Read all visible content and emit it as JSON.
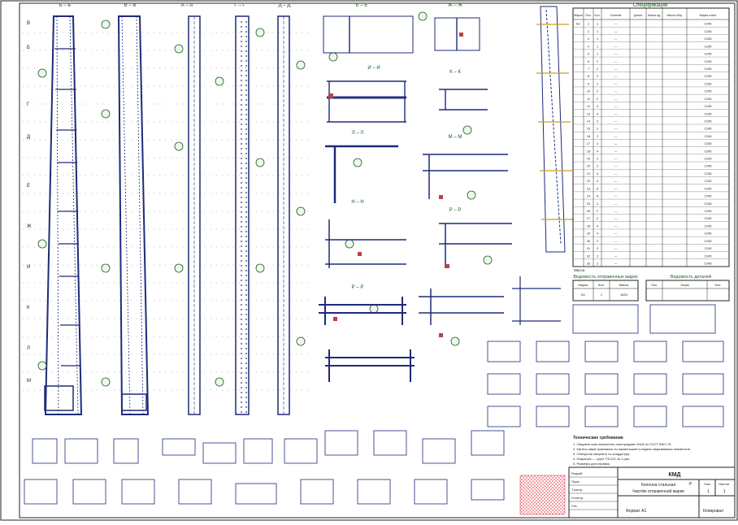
{
  "sheet": {
    "sections": [
      "Б – Б",
      "В – В",
      "А – А",
      "Г – Г",
      "Д – Д",
      "Е – Е",
      "Ж – Ж",
      "И – И",
      "К – К",
      "Л – Л",
      "М – М",
      "Н – Н",
      "Р – Р",
      "Р – Р"
    ],
    "column_axis_marks": [
      "В",
      "Б",
      "Г",
      "Д",
      "Е",
      "Ж",
      "И",
      "К",
      "Л",
      "М"
    ],
    "spec_table_title": "Спецификация",
    "spec_headers": [
      "Марка",
      "Поз.",
      "Кол.",
      "Сечение",
      "Длина",
      "Масса ед.",
      "Масса общ.",
      "Марка стали"
    ],
    "spec_rows": [
      [
        "Б1",
        "1",
        "1",
        "—",
        "",
        "",
        "",
        "С245"
      ],
      [
        "",
        "2",
        "1",
        "—",
        "",
        "",
        "",
        "С245"
      ],
      [
        "",
        "3",
        "1",
        "—",
        "",
        "",
        "",
        "С245"
      ],
      [
        "",
        "4",
        "1",
        "—",
        "",
        "",
        "",
        "С245"
      ],
      [
        "",
        "5",
        "1",
        "—",
        "",
        "",
        "",
        "С245"
      ],
      [
        "",
        "6",
        "2",
        "—",
        "",
        "",
        "",
        "С245"
      ],
      [
        "",
        "7",
        "2",
        "—",
        "",
        "",
        "",
        "С245"
      ],
      [
        "",
        "8",
        "2",
        "—",
        "",
        "",
        "",
        "С245"
      ],
      [
        "",
        "9",
        "2",
        "—",
        "",
        "",
        "",
        "С245"
      ],
      [
        "",
        "10",
        "2",
        "—",
        "",
        "",
        "",
        "С245"
      ],
      [
        "",
        "11",
        "2",
        "—",
        "",
        "",
        "",
        "С245"
      ],
      [
        "",
        "12",
        "4",
        "—",
        "",
        "",
        "",
        "С245"
      ],
      [
        "",
        "13",
        "4",
        "—",
        "",
        "",
        "",
        "С245"
      ],
      [
        "",
        "14",
        "2",
        "—",
        "",
        "",
        "",
        "С245"
      ],
      [
        "",
        "15",
        "2",
        "—",
        "",
        "",
        "",
        "С245"
      ],
      [
        "",
        "16",
        "2",
        "—",
        "",
        "",
        "",
        "С245"
      ],
      [
        "",
        "17",
        "4",
        "—",
        "",
        "",
        "",
        "С245"
      ],
      [
        "",
        "18",
        "4",
        "—",
        "",
        "",
        "",
        "С245"
      ],
      [
        "",
        "19",
        "2",
        "—",
        "",
        "",
        "",
        "С245"
      ],
      [
        "",
        "20",
        "2",
        "—",
        "",
        "",
        "",
        "С245"
      ],
      [
        "",
        "21",
        "4",
        "—",
        "",
        "",
        "",
        "С245"
      ],
      [
        "",
        "22",
        "4",
        "—",
        "",
        "",
        "",
        "С245"
      ],
      [
        "",
        "23",
        "8",
        "—",
        "",
        "",
        "",
        "С245"
      ],
      [
        "",
        "24",
        "8",
        "—",
        "",
        "",
        "",
        "С245"
      ],
      [
        "",
        "25",
        "2",
        "—",
        "",
        "",
        "",
        "С245"
      ],
      [
        "",
        "26",
        "2",
        "—",
        "",
        "",
        "",
        "С245"
      ],
      [
        "",
        "27",
        "2",
        "—",
        "",
        "",
        "",
        "С245"
      ],
      [
        "",
        "28",
        "4",
        "—",
        "",
        "",
        "",
        "С245"
      ],
      [
        "",
        "29",
        "4",
        "—",
        "",
        "",
        "",
        "С245"
      ],
      [
        "",
        "30",
        "2",
        "—",
        "",
        "",
        "",
        "С245"
      ],
      [
        "",
        "31",
        "2",
        "—",
        "",
        "",
        "",
        "С245"
      ],
      [
        "",
        "32",
        "2",
        "—",
        "",
        "",
        "",
        "С245"
      ],
      [
        "",
        "33",
        "2",
        "—",
        "",
        "",
        "",
        "С245"
      ]
    ],
    "spec_note": "Масса",
    "weld_table_title": "Ведомость отправочных марок",
    "weld_headers": [
      "Марка",
      "Кол.",
      "Масса"
    ],
    "weld_rows": [
      [
        "Б1",
        "1",
        "1820"
      ]
    ],
    "detail_title": "Ведомость деталей",
    "detail_headers": [
      "Поз.",
      "Эскиз",
      "Кол."
    ],
    "note_heading": "Технические требования",
    "notes": [
      "1. Сварные швы выполнять электродами Э42А по ГОСТ 9467-75.",
      "2. Катеты швов принимать по наименьшей толщине свариваемых элементов.",
      "3. Отверстия сверлить по кондуктору.",
      "4. Покрытие — грунт ГФ-021 за 1 раз.",
      "5. Размеры для справок."
    ],
    "stamp": {
      "doc_code": "КМД",
      "title_line1": "Колонна стальная",
      "title_line2": "Чертёж отправочной марки",
      "sheet_label": "Лист",
      "sheets_label": "Листов",
      "sheet_no": "1",
      "sheets_no": "1",
      "stage": "Р",
      "sign_rows": [
        "Разраб.",
        "Пров.",
        "Т.контр.",
        "Н.контр.",
        "Утв."
      ],
      "format": "Формат А1",
      "copy": "Копировал"
    }
  }
}
